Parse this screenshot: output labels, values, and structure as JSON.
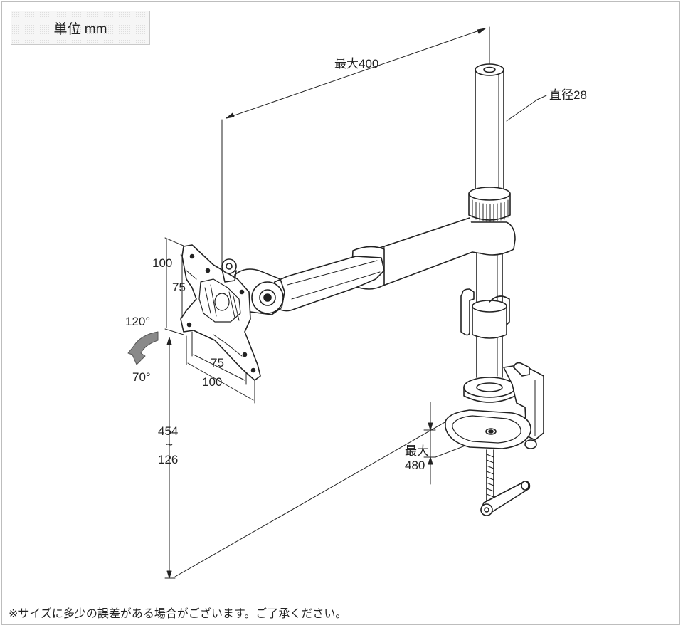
{
  "unit_label": "単位 mm",
  "dimensions": {
    "arm_reach": "最大400",
    "pole_diameter": "直径28",
    "vesa_outer_height": "100",
    "vesa_inner_height": "75",
    "vesa_inner_width": "75",
    "vesa_outer_width": "100",
    "tilt_up": "120°",
    "tilt_down": "70°",
    "height_max": "454",
    "height_tilde": "~",
    "height_min": "126",
    "clamp_max_word": "最大",
    "clamp_max_value": "480"
  },
  "footnote": "※サイズに多少の誤差がある場合がございます。ご了承ください。",
  "colors": {
    "line": "#222222",
    "frame": "#bdbdbd",
    "arrow_fill": "#8a8a8a"
  }
}
